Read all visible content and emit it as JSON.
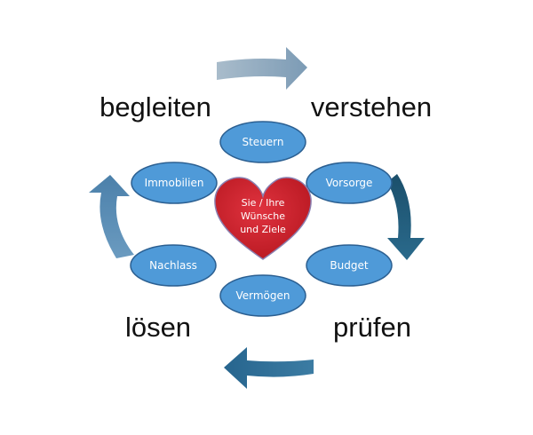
{
  "phases": [
    {
      "id": "begleiten",
      "label": "begleiten"
    },
    {
      "id": "verstehen",
      "label": "verstehen"
    },
    {
      "id": "pruefen",
      "label": "prüfen"
    },
    {
      "id": "loesen",
      "label": "lösen"
    }
  ],
  "center": {
    "lines": [
      "Sie / Ihre",
      "Wünsche",
      "und Ziele"
    ],
    "color": "#cc1e2c"
  },
  "topics": [
    {
      "id": "steuern",
      "label": "Steuern"
    },
    {
      "id": "vorsorge",
      "label": "Vorsorge"
    },
    {
      "id": "budget",
      "label": "Budget"
    },
    {
      "id": "vermoegen",
      "label": "Vermögen"
    },
    {
      "id": "nachlass",
      "label": "Nachlass"
    },
    {
      "id": "immobilien",
      "label": "Immobilien"
    }
  ],
  "colors": {
    "node_fill": "#4f9ad8",
    "node_stroke": "#2b5f91",
    "arrow_top": "#8ea9bf",
    "arrow_right": "#1f5775",
    "arrow_bottom": "#2f6e96",
    "arrow_left": "#5e8fb5"
  }
}
